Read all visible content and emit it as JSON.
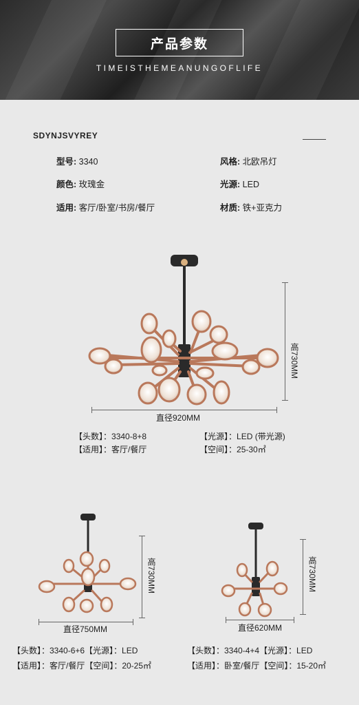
{
  "header": {
    "title": "产品参数",
    "subtitle": "TIMEISTHEMEANUNGOFLIFE"
  },
  "brand": "SDYNJSVYREY",
  "specs": {
    "model": {
      "label": "型号:",
      "value": "3340"
    },
    "style": {
      "label": "风格:",
      "value": "北欧吊灯"
    },
    "color": {
      "label": "颜色:",
      "value": "玫瑰金"
    },
    "light_source": {
      "label": "光源:",
      "value": "LED"
    },
    "suitable": {
      "label": "适用:",
      "value": "客厅/卧室/书房/餐厅"
    },
    "material": {
      "label": "材质:",
      "value": "铁+亚克力"
    }
  },
  "product_large": {
    "width_label": "直径920MM",
    "height_label": "高730MM",
    "heads": {
      "label": "【头数】：",
      "value": "3340-8+8"
    },
    "source": {
      "label": "【光源】：",
      "value": "LED (带光源)"
    },
    "use": {
      "label": "【适用】：",
      "value": "客厅/餐厅"
    },
    "space": {
      "label": "【空间】：",
      "value": "25-30㎡"
    }
  },
  "product_medium": {
    "width_label": "直径750MM",
    "height_label": "高730MM",
    "line1": "【头数】：3340-6+6【光源】：LED",
    "line2": "【适用】：客厅/餐厅【空间】：20-25㎡"
  },
  "product_small": {
    "width_label": "直径620MM",
    "height_label": "高730MM",
    "line1": "【头数】：3340-4+4【光源】：LED",
    "line2": "【适用】：卧室/餐厅【空间】：15-20㎡"
  },
  "colors": {
    "rose_gold": "#c98b6c",
    "rose_gold_dark": "#9a5e45",
    "diffuser": "#f4ece4",
    "black": "#2a2a2a"
  }
}
